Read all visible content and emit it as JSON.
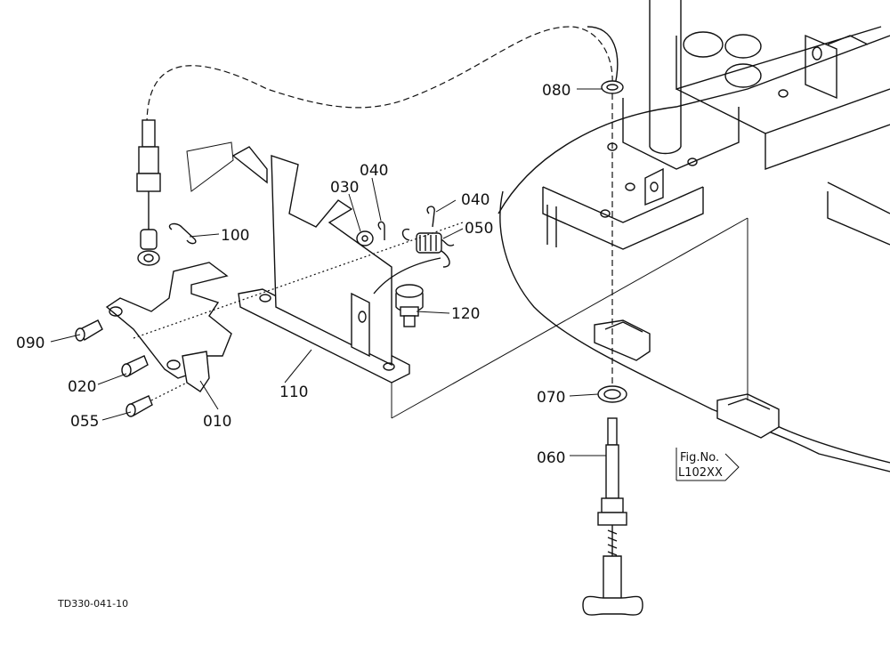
{
  "parts": [
    {
      "id": "p080",
      "number": "080"
    },
    {
      "id": "p040a",
      "number": "040"
    },
    {
      "id": "p030",
      "number": "030"
    },
    {
      "id": "p040b",
      "number": "040"
    },
    {
      "id": "p050",
      "number": "050"
    },
    {
      "id": "p100",
      "number": "100"
    },
    {
      "id": "p120",
      "number": "120"
    },
    {
      "id": "p090",
      "number": "090"
    },
    {
      "id": "p020",
      "number": "020"
    },
    {
      "id": "p110",
      "number": "110"
    },
    {
      "id": "p070",
      "number": "070"
    },
    {
      "id": "p055",
      "number": "055"
    },
    {
      "id": "p010",
      "number": "010"
    },
    {
      "id": "p060",
      "number": "060"
    }
  ],
  "reference": {
    "line1": "Fig.No.",
    "line2": "L102XX"
  },
  "drawing_code": "TD330-041-10"
}
